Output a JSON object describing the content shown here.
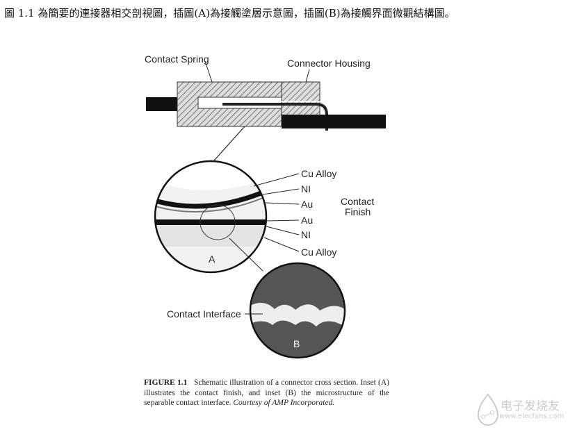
{
  "intro_text": "圖 1.1 為簡要的連接器相交剖視圖，插圖(A)為接觸塗層示意圖，插圖(B)為接觸界面微觀結構圖。",
  "figure": {
    "labels": {
      "contact_spring": "Contact Spring",
      "connector_housing": "Connector Housing",
      "layers": [
        "Cu Alloy",
        "NI",
        "Au",
        "Au",
        "NI",
        "Cu Alloy"
      ],
      "contact_finish_line1": "Contact",
      "contact_finish_line2": "Finish",
      "inset_a": "A",
      "inset_b": "B",
      "contact_interface": "Contact Interface"
    },
    "caption": {
      "figure_number": "FIGURE 1.1",
      "text": "Schematic illustration of a connector cross section. Inset (A) illustrates the contact finish, and inset (B) the microstructure of the separable contact interface.",
      "credit": "Courtesy of AMP Incorporated."
    }
  },
  "watermark": {
    "name": "电子发烧友",
    "url": "www.elecfans.com"
  }
}
